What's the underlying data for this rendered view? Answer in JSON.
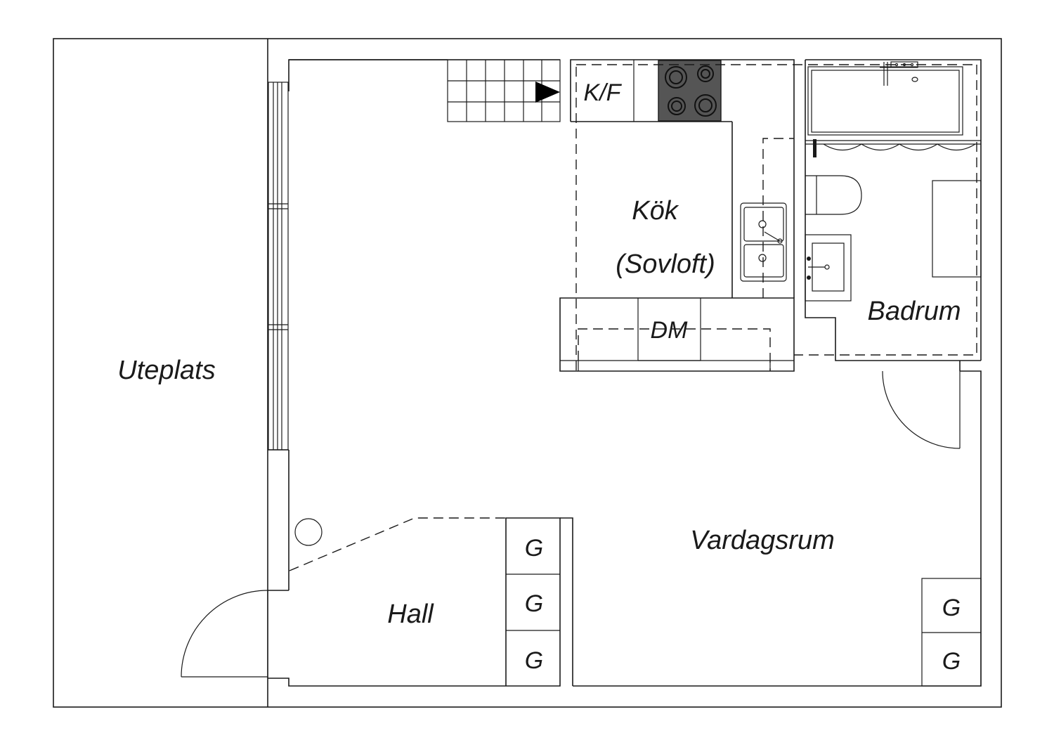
{
  "rooms": {
    "uteplats": "Uteplats",
    "kok": "Kök",
    "sovloft": "(Sovloft)",
    "badrum": "Badrum",
    "vardagsrum": "Vardagsrum",
    "hall": "Hall"
  },
  "appliances": {
    "kf": "K/F",
    "dm": "DM",
    "g": "G"
  }
}
